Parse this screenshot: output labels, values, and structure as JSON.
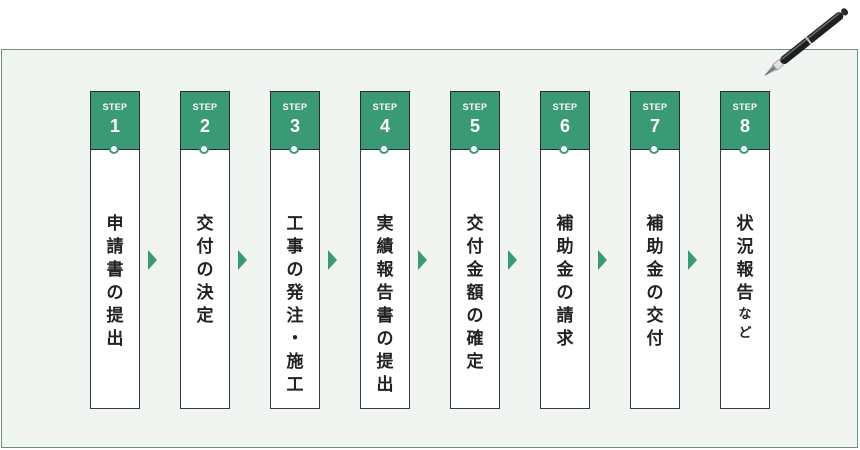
{
  "colors": {
    "accent": "#3a9a75",
    "panel_bg": "#f1f5f2",
    "panel_border": "#6f8f7e"
  },
  "steps": [
    {
      "word": "STEP",
      "number": "1",
      "label": "申請書の提出"
    },
    {
      "word": "STEP",
      "number": "2",
      "label": "交付の決定"
    },
    {
      "word": "STEP",
      "number": "3",
      "label": "工事の発注・施工"
    },
    {
      "word": "STEP",
      "number": "4",
      "label": "実績報告書の提出"
    },
    {
      "word": "STEP",
      "number": "5",
      "label": "交付金額の確定"
    },
    {
      "word": "STEP",
      "number": "6",
      "label": "補助金の請求"
    },
    {
      "word": "STEP",
      "number": "7",
      "label": "補助金の交付"
    },
    {
      "word": "STEP",
      "number": "8",
      "label": "状況報告など"
    }
  ],
  "icons": {
    "decoration": "fountain-pen-icon",
    "connector": "arrow-right-icon"
  }
}
